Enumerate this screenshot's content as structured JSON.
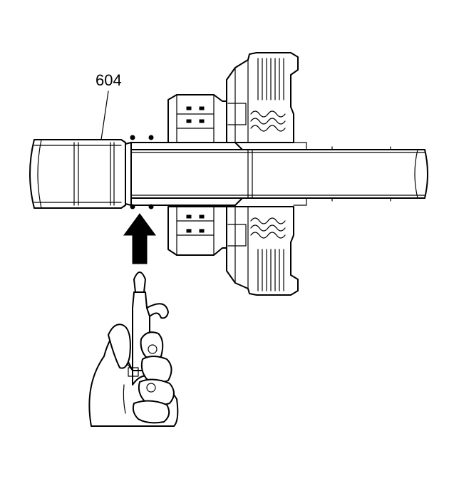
{
  "diagram": {
    "callouts": [
      {
        "id": "604",
        "label": "604"
      }
    ],
    "arrow": {
      "direction": "up"
    },
    "colors": {
      "line": "#000000",
      "background": "#ffffff"
    }
  }
}
